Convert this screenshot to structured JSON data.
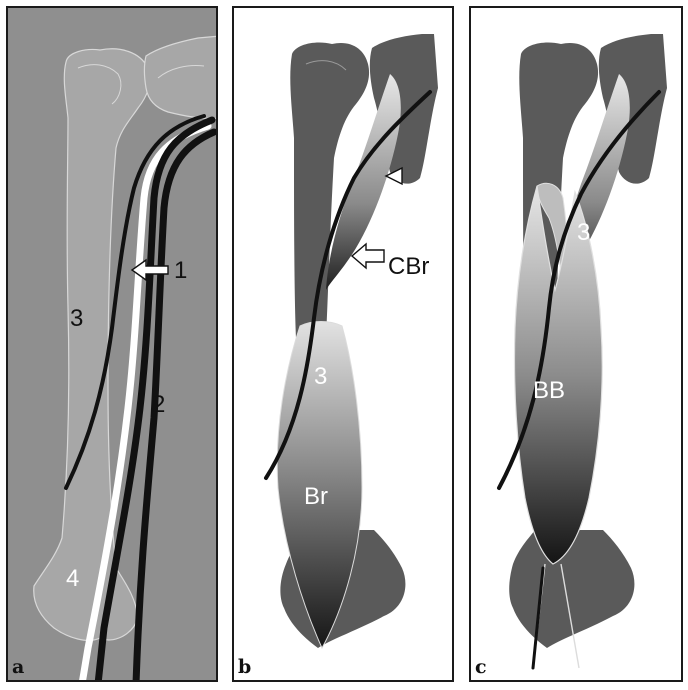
{
  "panel_a": {
    "letter": "a",
    "label_1": "1",
    "label_2": "2",
    "label_3": "3",
    "label_4": "4"
  },
  "panel_b": {
    "letter": "b",
    "label_3": "3",
    "label_cbr": "CBr",
    "label_br": "Br"
  },
  "panel_c": {
    "letter": "c",
    "label_3": "3",
    "label_bb": "BB"
  },
  "colors": {
    "bone_light": "#a7a7a7",
    "bone_dark": "#5a5a5a",
    "background_a": "#8f8f8f",
    "nerve": "#111111",
    "vessel_white": "#ffffff"
  }
}
